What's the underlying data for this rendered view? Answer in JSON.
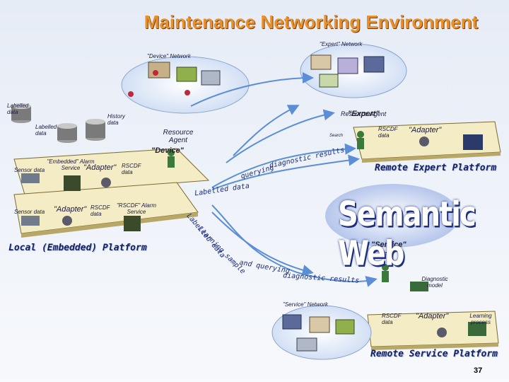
{
  "title": "Maintenance Networking Environment",
  "networks": {
    "expert": "\"Expert\" Network",
    "device": "\"Device\" Network",
    "service": "\"Service\" Network"
  },
  "labels": {
    "labelled_data_1": "Labelled data",
    "labelled_data_2": "Labelled data",
    "history_data": "History data",
    "resource_agent": "Resource Agent",
    "device": "\"Device\"",
    "embedded_alarm_service": "\"Embedded\" Alarm Service",
    "sensor_data_1": "Sensor data",
    "sensor_data_2": "Sensor data",
    "adapter_local_1": "\"Adapter\"",
    "adapter_local_2": "\"Adapter\"",
    "rscdf_data_local_1": "RSCDF data",
    "rscdf_data_local_2": "RSCDF data",
    "rscdf_alarm_service": "\"RSCDF\" Alarm Service",
    "resource_agent_expert": "Resource Agent",
    "expert": "\"Expert\"",
    "rscdf_data_expert": "RSCDF data",
    "adapter_expert": "\"Adapter\"",
    "search": "Search",
    "service": "\"Service\"",
    "agent": "Agent",
    "diagnostic_model": "Diagnostic model",
    "rscdf_data_service": "RSCDF data",
    "adapter_service": "\"Adapter\"",
    "learning_process": "Learning process"
  },
  "flows": {
    "diagnostic_results_top": "diagnostic results",
    "querying": "querying",
    "labelled_data_top": "Labelled data",
    "labelled_data_mid": "Labelled data",
    "learning_sample": "Learning sample",
    "and_querying": "and querying",
    "diagnostic_results_bottom": "diagnostic results"
  },
  "platforms": {
    "local": "Local (Embedded) Platform",
    "remote_expert": "Remote Expert Platform",
    "remote_service": "Remote Service Platform"
  },
  "semantic_web": "Semantic Web",
  "page_number": "37",
  "colors": {
    "title": "#e8902a",
    "platform_text": "#142060",
    "flow_arrows": "#5c8ed8",
    "semantic_web": "#ffffff",
    "network_cloud": "#dce8f8"
  }
}
